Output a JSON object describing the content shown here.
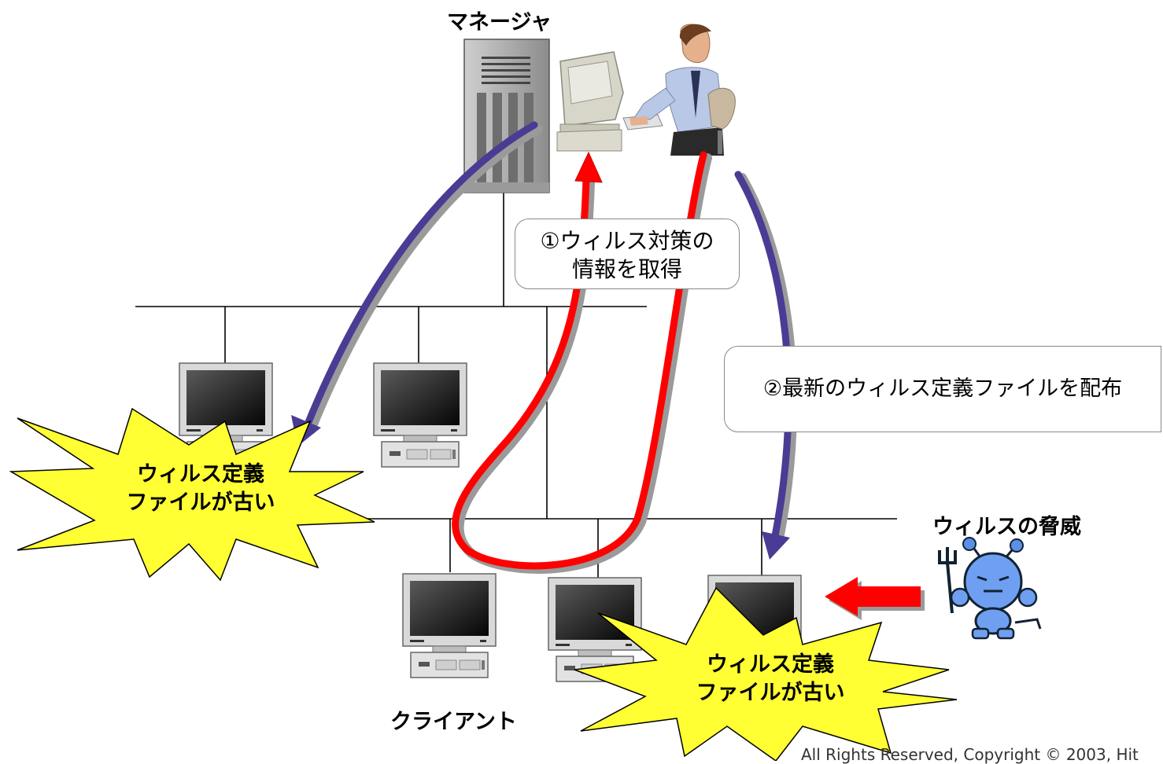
{
  "labels": {
    "manager": "マネージャ",
    "client": "クライアント",
    "virus_threat": "ウィルスの脅威"
  },
  "callouts": {
    "step1_line1": "①ウィルス対策の",
    "step1_line2": "情報を取得",
    "step2": "②最新のウィルス定義ファイルを配布"
  },
  "bursts": {
    "left_line1": "ウィルス定義",
    "left_line2": "ファイルが古い",
    "right_line1": "ウィルス定義",
    "right_line2": "ファイルが古い"
  },
  "footer": {
    "copyright": "All Rights Reserved, Copyright © 2003, Hit"
  },
  "colors": {
    "burst_fill": "#ffff33",
    "red_arrow": "#ff0000",
    "blue_arrow": "#4a3c94",
    "shadow": "#9a9a9a"
  }
}
